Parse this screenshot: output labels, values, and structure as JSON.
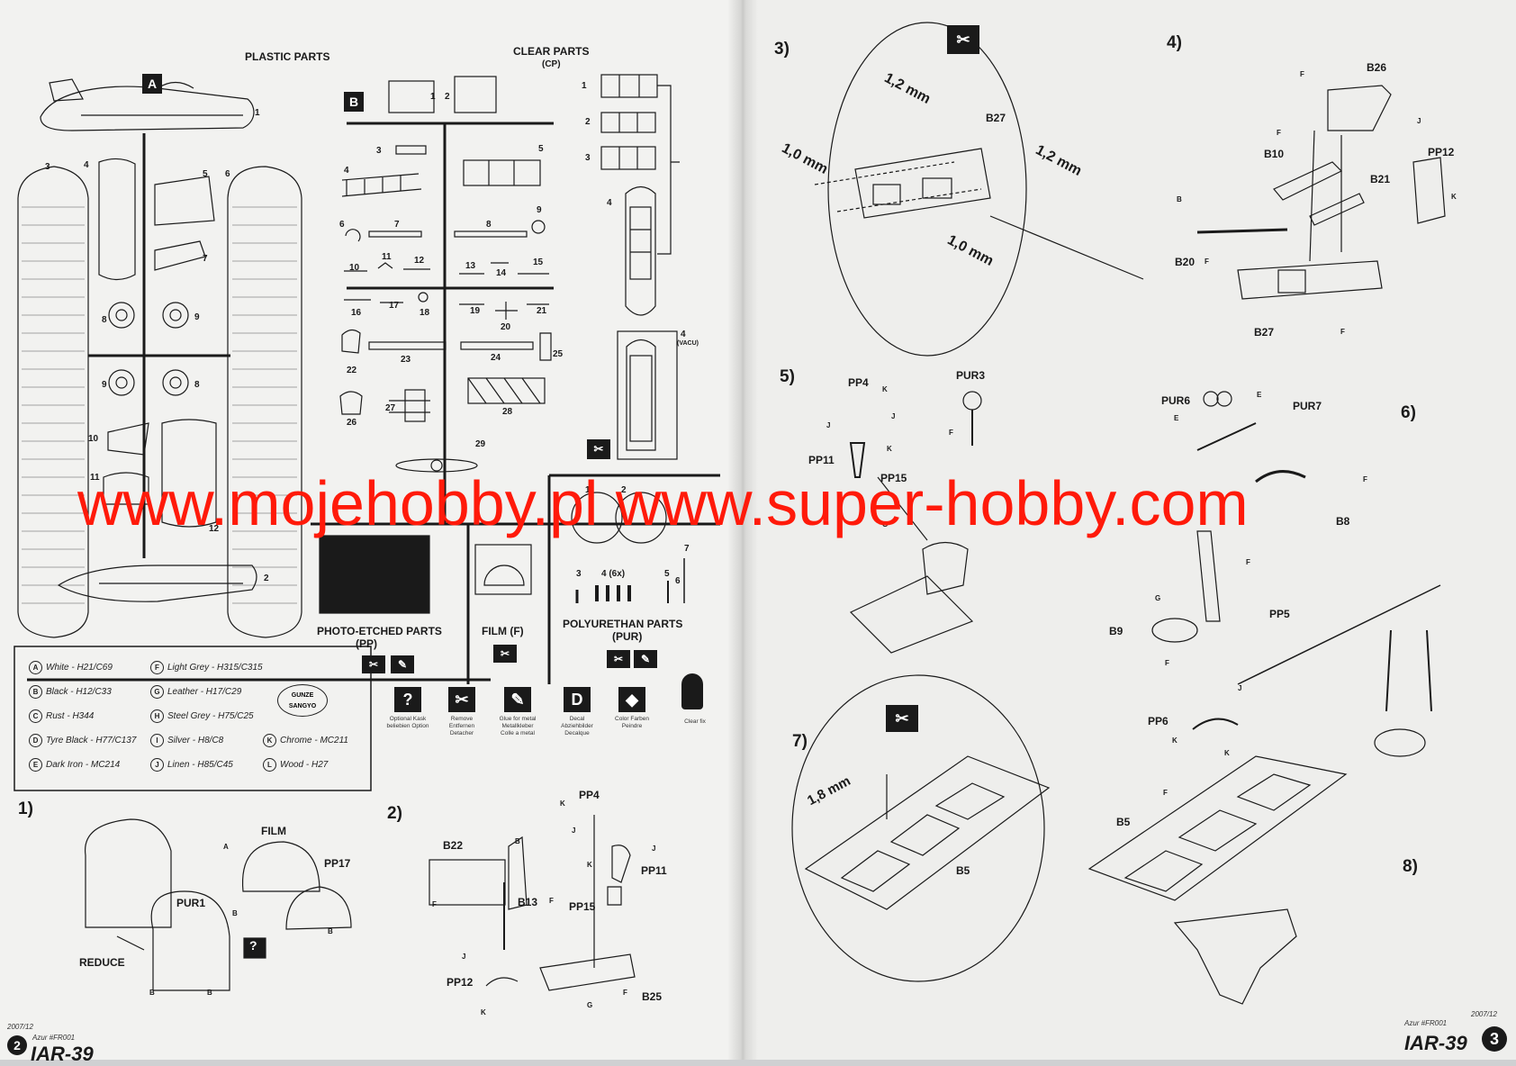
{
  "left": {
    "plastic_parts_title": "PLASTIC PARTS",
    "clear_parts_title": "CLEAR PARTS",
    "clear_parts_code": "(CP)",
    "sprue_a": "A",
    "sprue_b": "B",
    "a_parts": [
      "1",
      "2",
      "3",
      "4",
      "5",
      "6",
      "7",
      "8",
      "9",
      "9",
      "8",
      "10",
      "11",
      "12"
    ],
    "b_parts": [
      "1",
      "2",
      "3",
      "5",
      "4",
      "6",
      "7",
      "8",
      "9",
      "10",
      "11",
      "12",
      "13",
      "14",
      "15",
      "16",
      "17",
      "18",
      "19",
      "20",
      "21",
      "22",
      "23",
      "24",
      "25",
      "26",
      "27",
      "28",
      "29"
    ],
    "cp_parts": [
      "1",
      "2",
      "3",
      "4"
    ],
    "vacu_label": "4",
    "vacu_note": "(VACU)",
    "pp_title": "PHOTO-ETCHED PARTS",
    "pp_code": "(PP)",
    "film_title": "FILM (F)",
    "pur_title": "POLYURETHAN PARTS",
    "pur_code": "(PUR)",
    "pur_parts": [
      "1",
      "2",
      "3",
      "4 (6x)",
      "5",
      "6",
      "7"
    ],
    "paints": [
      {
        "letter": "A",
        "name": "White - H21/C69"
      },
      {
        "letter": "B",
        "name": "Black - H12/C33"
      },
      {
        "letter": "C",
        "name": "Rust - H344"
      },
      {
        "letter": "D",
        "name": "Tyre Black - H77/C137"
      },
      {
        "letter": "E",
        "name": "Dark Iron - MC214"
      },
      {
        "letter": "F",
        "name": "Light Grey - H315/C315"
      },
      {
        "letter": "G",
        "name": "Leather - H17/C29"
      },
      {
        "letter": "H",
        "name": "Steel Grey - H75/C25"
      },
      {
        "letter": "I",
        "name": "Silver - H8/C8"
      },
      {
        "letter": "J",
        "name": "Linen - H85/C45"
      },
      {
        "letter": "K",
        "name": "Chrome - MC211"
      },
      {
        "letter": "L",
        "name": "Wood - H27"
      }
    ],
    "gunze_logo": "GUNZE SANGYO",
    "symbols": [
      {
        "icon": "?",
        "caption": "Optional Kask beliebien Option"
      },
      {
        "icon": "✂",
        "caption": "Remove Entfernen Detacher"
      },
      {
        "icon": "✎",
        "caption": "Glue for metal Metallkleber Colle a metal"
      },
      {
        "icon": "D",
        "caption": "Decal Abziehbilder Decalque"
      },
      {
        "icon": "◆",
        "caption": "Color Farben Peindre"
      },
      {
        "icon": "✎",
        "caption": "Clear fix"
      }
    ],
    "step1": "1)",
    "step1_labels": [
      "FILM",
      "PP17",
      "PUR1",
      "REDUCE",
      "A",
      "B",
      "B",
      "B",
      "B",
      "?"
    ],
    "step2": "2)",
    "step2_labels": [
      "PP4",
      "PP11",
      "B22",
      "B13",
      "PP15",
      "PP12",
      "B25",
      "K",
      "J",
      "K",
      "J",
      "B",
      "F",
      "F",
      "J",
      "K",
      "G",
      "F"
    ],
    "date": "2007/12",
    "code": "Azur #FR001",
    "title": "IAR-39",
    "page_number": "2"
  },
  "right": {
    "step3": "3)",
    "step3_labels": [
      "1,2 mm",
      "1,0 mm",
      "1,2 mm",
      "1,0 mm",
      "B27"
    ],
    "step4": "4)",
    "step4_labels": [
      "B26",
      "B10",
      "PP12",
      "B21",
      "B20",
      "B27",
      "F",
      "F",
      "J",
      "K",
      "B",
      "F",
      "F"
    ],
    "step5": "5)",
    "step5_labels": [
      "PP4",
      "PUR3",
      "PP11",
      "PP15",
      "K",
      "J",
      "J",
      "K",
      "F",
      "G"
    ],
    "step6": "6)",
    "step6_labels": [
      "PUR6",
      "PUR7",
      "B9",
      "PP5",
      "B8",
      "E",
      "E",
      "F",
      "G",
      "F",
      "F"
    ],
    "step7": "7)",
    "step7_labels": [
      "1,8 mm",
      "B5"
    ],
    "step8": "8)",
    "step8_labels": [
      "PP6",
      "B5",
      "J",
      "K",
      "K",
      "F"
    ],
    "date": "2007/12",
    "code": "Azur #FR001",
    "title": "IAR-39",
    "page_number": "3"
  },
  "watermark": "www.mojehobby.pl www.super-hobby.com"
}
